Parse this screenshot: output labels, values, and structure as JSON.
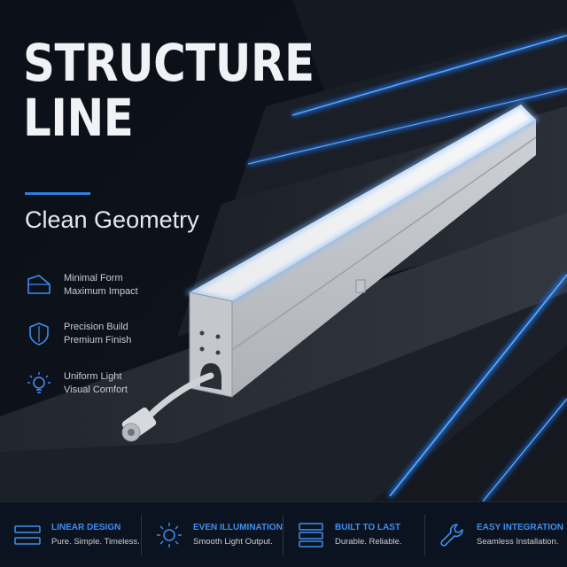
{
  "hero": {
    "title_line_1": "STRUCTURE",
    "title_line_2": "LINE",
    "subtitle": "Clean Geometry"
  },
  "features": [
    {
      "icon": "minimal-form-icon",
      "line_1": "Minimal Form",
      "line_2": "Maximum Impact"
    },
    {
      "icon": "shield-icon",
      "line_1": "Precision Build",
      "line_2": "Premium Finish"
    },
    {
      "icon": "lightbulb-icon",
      "line_1": "Uniform Light",
      "line_2": "Visual Comfort"
    }
  ],
  "bottom_bar": [
    {
      "icon": "linear-bars-icon",
      "title": "LINEAR DESIGN",
      "subtitle": "Pure. Simple. Timeless."
    },
    {
      "icon": "sun-icon",
      "title": "EVEN ILLUMINATION",
      "subtitle": "Smooth Light Output."
    },
    {
      "icon": "stacked-layers-icon",
      "title": "BUILT TO LAST",
      "subtitle": "Durable. Reliable."
    },
    {
      "icon": "wrench-icon",
      "title": "EASY INTEGRATION",
      "subtitle": "Seamless Installation."
    }
  ],
  "colors": {
    "background": "#0b0e14",
    "accent_blue": "#2f7fe0",
    "headline": "#f0f2f5",
    "feature_text": "#c9cdd3",
    "product_body": "#d4d7db"
  }
}
